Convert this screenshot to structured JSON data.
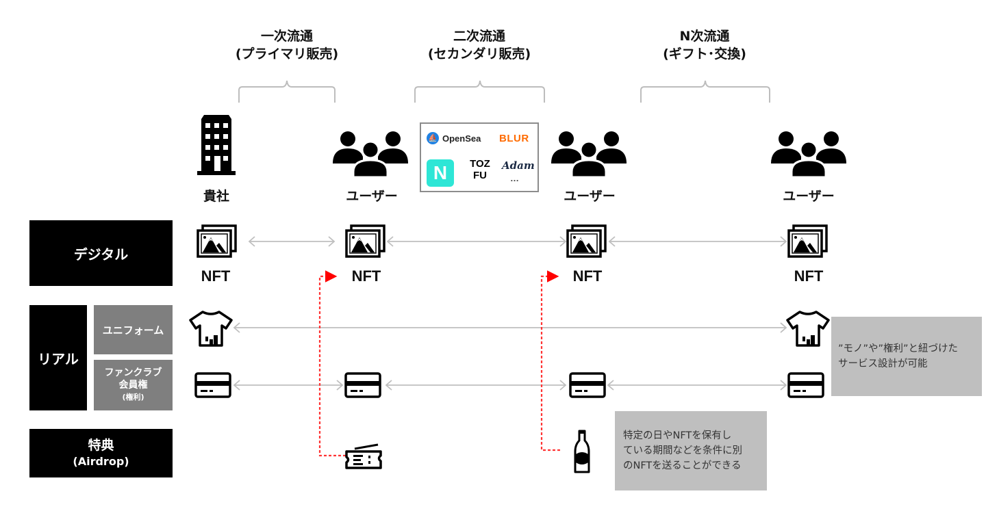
{
  "phases": [
    {
      "title": "一次流通",
      "subtitle": "(プライマリ販売)"
    },
    {
      "title": "二次流通",
      "subtitle": "(セカンダリ販売)"
    },
    {
      "title": "N次流通",
      "subtitle": "(ギフト･交換)"
    }
  ],
  "actors": [
    {
      "label": "貴社",
      "icon": "building-icon"
    },
    {
      "label": "ユーザー",
      "icon": "users-icon"
    },
    {
      "label": "ユーザー",
      "icon": "users-icon"
    },
    {
      "label": "ユーザー",
      "icon": "users-icon"
    }
  ],
  "marketplaces": {
    "items": [
      "OpenSea",
      "BLUR",
      "N",
      "TOZ FU",
      "Adam",
      "…"
    ],
    "colors": {
      "opensea": "#2081e2",
      "blur": "#ff6b00",
      "n_bg": "#2ee6d6"
    }
  },
  "rows": {
    "digital": {
      "label": "デジタル",
      "item_label": "NFT"
    },
    "real": {
      "label": "リアル",
      "sub": [
        {
          "label": "ユニフォーム"
        },
        {
          "label": "ファンクラブ",
          "label2": "会員権",
          "label3": "(権利)"
        }
      ]
    },
    "perk": {
      "label": "特典",
      "label2": "(Airdrop)"
    }
  },
  "notes": {
    "right": "”モノ”や”権利”と紐づけた サービス設計が可能",
    "right_line1": "”モノ”や”権利”と紐づけた",
    "right_line2": "サービス設計が可能",
    "bottom_line1": "特定の日やNFTを保有し",
    "bottom_line2": "ている期間などを条件に別",
    "bottom_line3": "のNFTを送ることができる"
  },
  "colors": {
    "airdrop_line": "#ff0000",
    "arrow_line": "#bfbfbf",
    "note_bg": "#bfbfbf",
    "sub_label_bg": "#7f7f7f"
  }
}
